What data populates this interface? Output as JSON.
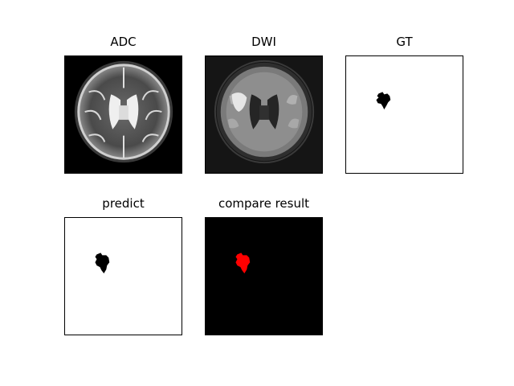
{
  "figure": {
    "panels": [
      {
        "id": "adc",
        "title": "ADC",
        "content": "brain-scan-adc"
      },
      {
        "id": "dwi",
        "title": "DWI",
        "content": "brain-scan-dwi"
      },
      {
        "id": "gt",
        "title": "GT",
        "content": "lesion-mask-black-on-white"
      },
      {
        "id": "predict",
        "title": "predict",
        "content": "lesion-mask-black-on-white"
      },
      {
        "id": "compare",
        "title": "compare result",
        "content": "lesion-overlay-red-on-black"
      }
    ],
    "colors": {
      "background": "#ffffff",
      "mask": "#000000",
      "overlay": "#ff0000"
    }
  }
}
